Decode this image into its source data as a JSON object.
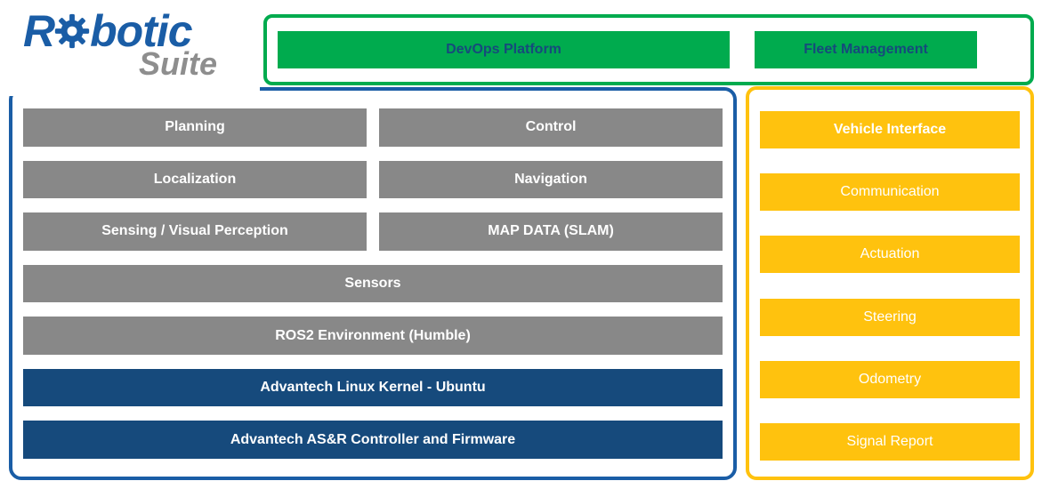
{
  "logo": {
    "part1": "R",
    "part2": "botic",
    "subtitle": "Suite"
  },
  "top_bar": {
    "items": [
      {
        "label": "DevOps Platform"
      },
      {
        "label": "Fleet Management"
      }
    ]
  },
  "main_grid": {
    "rows": [
      {
        "left": "Planning",
        "right": "Control"
      },
      {
        "left": "Localization",
        "right": "Navigation"
      },
      {
        "left": "Sensing / Visual Perception",
        "right": "MAP DATA (SLAM)"
      }
    ],
    "full": [
      {
        "label": "Sensors"
      },
      {
        "label": "ROS2 Environment (Humble)"
      },
      {
        "label": "Advantech Linux Kernel - Ubuntu"
      },
      {
        "label": "Advantech AS&R Controller and Firmware"
      }
    ]
  },
  "right_panel": {
    "items": [
      {
        "label": "Vehicle Interface"
      },
      {
        "label": "Communication"
      },
      {
        "label": "Actuation"
      },
      {
        "label": "Steering"
      },
      {
        "label": "Odometry"
      },
      {
        "label": "Signal Report"
      }
    ]
  },
  "colors": {
    "green": "#00AB4E",
    "gray": "#888888",
    "navy": "#164A7C",
    "yellow": "#FFC20E",
    "blue_border": "#1A5DA6",
    "logo_blue": "#1A5DA6",
    "logo_gray": "#8E8E8E"
  }
}
